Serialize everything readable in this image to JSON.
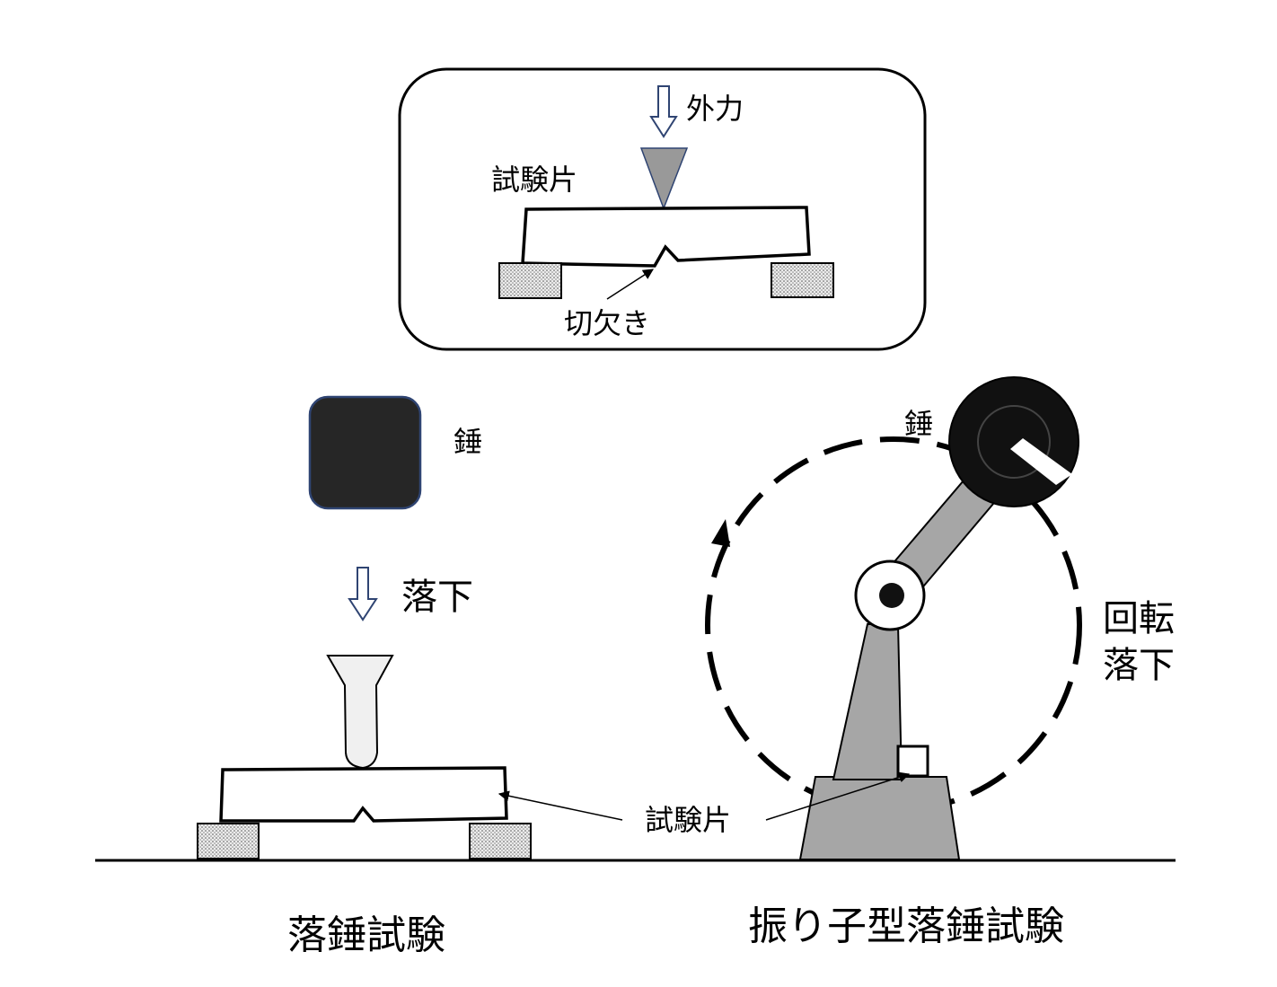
{
  "inset": {
    "force_label": "外力",
    "specimen_label": "試験片",
    "notch_label": "切欠き"
  },
  "drop_weight": {
    "weight_label": "錘",
    "drop_label": "落下",
    "caption": "落錘試験"
  },
  "pendulum": {
    "weight_label": "錘",
    "rotation_label_line1": "回転",
    "rotation_label_line2": "落下",
    "caption": "振り子型落錘試験"
  },
  "specimen_label": "試験片",
  "colors": {
    "outline": "#000000",
    "weight_fill": "#262626",
    "weight_border": "#2f4472",
    "frame_gray": "#a6a6a6",
    "tup_fill": "#f0f0f0",
    "arrow_stroke": "#2f4472",
    "indenter_fill": "#999999"
  }
}
